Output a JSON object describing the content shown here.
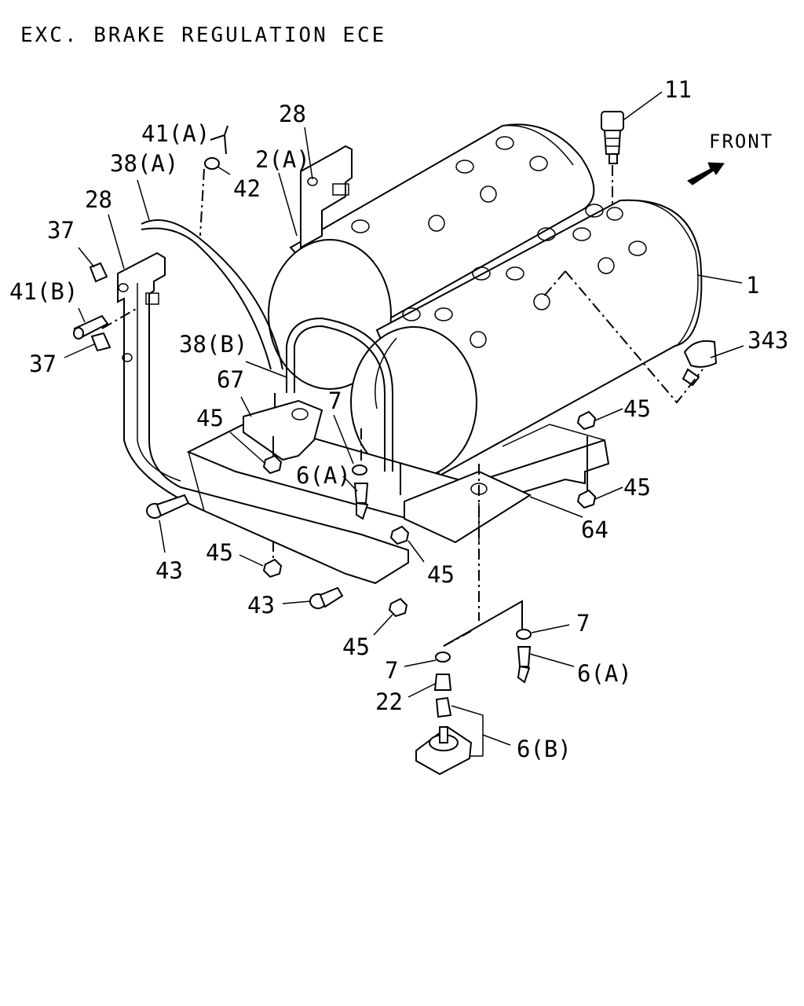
{
  "title": "EXC. BRAKE REGULATION ECE",
  "front_label": "FRONT",
  "callouts": {
    "p11": "11",
    "p28_top": "28",
    "p41a": "41(A)",
    "p2a": "2(A)",
    "p38a": "38(A)",
    "p42": "42",
    "p28_left": "28",
    "p37_top": "37",
    "p1": "1",
    "p41b": "41(B)",
    "p37_bottom": "37",
    "p343": "343",
    "p38b": "38(B)",
    "p67": "67",
    "p7_mid": "7",
    "p45_left": "45",
    "p45_right_top": "45",
    "p6a_mid": "6(A)",
    "p45_right_bottom": "45",
    "p64": "64",
    "p43_left": "43",
    "p45_bottom_left": "45",
    "p45_center": "45",
    "p43_bottom": "43",
    "p7_right": "7",
    "p45_bottom": "45",
    "p7_lower": "7",
    "p6a_lower": "6(A)",
    "p22": "22",
    "p6b": "6(B)"
  }
}
